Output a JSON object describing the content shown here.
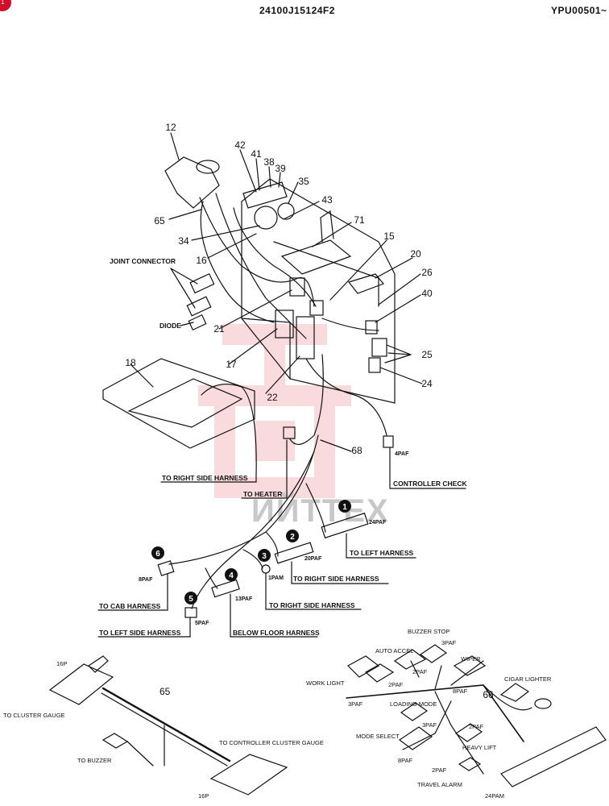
{
  "header": {
    "doc_code": "24100J15124F2",
    "serial_range": "YPU00501~",
    "badge_char": "1"
  },
  "watermark": {
    "text": "ИЙТТЕХ",
    "color": "#e85a6a"
  },
  "part_numbers": [
    "12",
    "42",
    "41",
    "38",
    "39",
    "35",
    "43",
    "71",
    "65",
    "34",
    "16",
    "15",
    "20",
    "26",
    "40",
    "21",
    "17",
    "22",
    "25",
    "24",
    "18",
    "68",
    "66"
  ],
  "labels": {
    "joint_connector": "JOINT CONNECTOR",
    "diode": "DIODE",
    "to_right_side_harness_top": "TO RIGHT SIDE HARNESS",
    "to_heater": "TO HEATER",
    "controller_check": "CONTROLLER CHECK",
    "pin_4paf": "4PAF",
    "pin_24paf": "24PAF",
    "to_left_harness": "TO LEFT HARNESS",
    "pin_20paf": "20PAF",
    "to_right_side_harness_2": "TO RIGHT SIDE HARNESS",
    "pin_1pam": "1PAM",
    "pin_8paf": "8PAF",
    "to_cab_harness": "TO CAB HARNESS",
    "pin_13paf": "13PAF",
    "to_right_side_harness_4": "TO RIGHT SIDE HARNESS",
    "pin_5paf": "5PAF",
    "to_left_side_harness": "TO LEFT SIDE HARNESS",
    "below_floor_harness": "BELOW FLOOR HARNESS"
  },
  "callouts": [
    "1",
    "2",
    "3",
    "4",
    "5",
    "6"
  ],
  "harness65": {
    "part": "65",
    "conn_top": "16P",
    "conn_bottom": "16P",
    "to_cluster_gauge": "TO CLUSTER GAUGE",
    "to_buzzer": "TO BUZZER",
    "to_controller_cluster": "TO CONTROLLER  CLUSTER GAUGE"
  },
  "harness66": {
    "part": "66",
    "buzzer_stop": "BUZZER STOP",
    "pin_3paf_a": "3PAF",
    "auto_accel": "AUTO ACCEL",
    "pin_2paf_a": "2PAF",
    "wiper": "WIPER",
    "work_light": "WORK LIGHT",
    "pin_2paf_b": "2PAF",
    "pin_8paf": "8PAF",
    "cigar_lighter": "CIGAR LIGHTER",
    "pin_3paf_b": "3PAF",
    "loading_mode": "LOADING MODE",
    "pin_3paf_c": "3PAF",
    "mode_select": "MODE SELECT",
    "pin_2paf_c": "2PAF",
    "heavy_lift": "HEAVY LIFT",
    "pin_8paf_b": "8PAF",
    "pin_2paf_d": "2PAF",
    "travel_alarm": "TRAVEL ALARM",
    "pin_24pam": "24PAM"
  }
}
